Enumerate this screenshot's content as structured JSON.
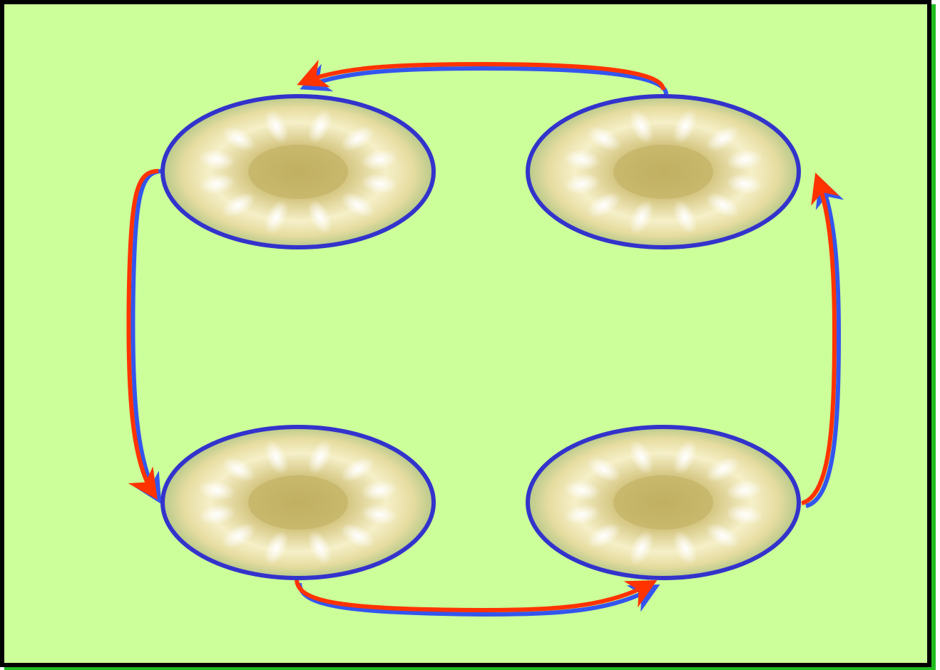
{
  "diagram": {
    "kind": "cycle",
    "node_count": 4,
    "nodes": [
      {
        "id": "top-left"
      },
      {
        "id": "top-right"
      },
      {
        "id": "bottom-left"
      },
      {
        "id": "bottom-right"
      }
    ],
    "edges": [
      {
        "from": "top-left",
        "to": "bottom-left"
      },
      {
        "from": "bottom-left",
        "to": "bottom-right"
      },
      {
        "from": "bottom-right",
        "to": "top-right"
      },
      {
        "from": "top-right",
        "to": "top-left"
      }
    ],
    "flow_direction": "counter-clockwise",
    "node_fill": "radial-starburst",
    "icon": "flower-pattern-icon"
  },
  "colors": {
    "background": "#ccff99",
    "frame_border": "#000000",
    "frame_shadow": "#22bb22",
    "node_border": "#3333cc",
    "node_center": "#c9b96a",
    "node_petal": "#ffffff",
    "arrow_main": "#ff3300",
    "arrow_shadow": "#3355ee"
  }
}
